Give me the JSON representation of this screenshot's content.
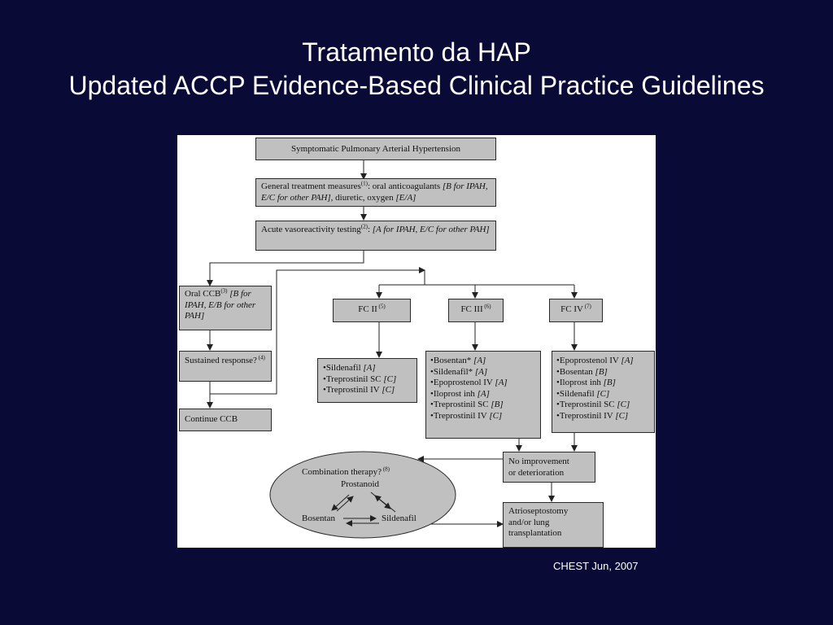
{
  "title": {
    "line1": "Tratamento da HAP",
    "line2": "Updated ACCP Evidence-Based Clinical Practice Guidelines"
  },
  "flowchart": {
    "start": "Symptomatic Pulmonary Arterial Hypertension",
    "general": {
      "prefix": "General treatment measures",
      "sup": "(1)",
      "after": ": oral anticoagulants ",
      "grade1": "[B for IPAH, E/C for other PAH]",
      "mid": ", diuretic, oxygen ",
      "grade2": "[E/A]"
    },
    "acute": {
      "prefix": "Acute vasoreactivity testing",
      "sup": "(2)",
      "after": ": ",
      "grade": "[A for IPAH, E/C for other PAH]"
    },
    "oral_ccb": {
      "prefix": "Oral CCB",
      "sup": "(3)",
      "grade": " [B for IPAH, E/B for other PAH]"
    },
    "sustained": {
      "text": "Sustained response?",
      "sup": " (4)"
    },
    "continue": "Continue CCB",
    "fc2": {
      "label": "FC II",
      "sup": " (5)"
    },
    "fc3": {
      "label": "FC III",
      "sup": " (6)"
    },
    "fc4": {
      "label": "FC IV",
      "sup": " (7)"
    },
    "fc2_drugs": [
      {
        "name": "•Sildenafil ",
        "grade": "[A]"
      },
      {
        "name": "•Treprostinil SC ",
        "grade": "[C]"
      },
      {
        "name": "•Treprostinil IV ",
        "grade": "[C]"
      }
    ],
    "fc3_drugs": [
      {
        "name": "•Bosentan* ",
        "grade": "[A]"
      },
      {
        "name": "•Sildenafil* ",
        "grade": "[A]"
      },
      {
        "name": "•Epoprostenol IV ",
        "grade": "[A]"
      },
      {
        "name": "•Iloprost inh ",
        "grade": "[A]"
      },
      {
        "name": "•Treprostinil SC ",
        "grade": "[B]"
      },
      {
        "name": "•Treprostinil IV ",
        "grade": "[C]"
      }
    ],
    "fc4_drugs": [
      {
        "name": "•Epoprostenol IV ",
        "grade": "[A]"
      },
      {
        "name": "•Bosentan ",
        "grade": "[B]"
      },
      {
        "name": "•Iloprost inh ",
        "grade": "[B]"
      },
      {
        "name": "•Sildenafil ",
        "grade": "[C]"
      },
      {
        "name": "•Treprostinil SC ",
        "grade": "[C]"
      },
      {
        "name": "•Treprostinil IV ",
        "grade": "[C]"
      }
    ],
    "no_improvement": {
      "line1": "No improvement",
      "line2": "or deterioration"
    },
    "combination": {
      "title": "Combination therapy?",
      "sup": " (8)",
      "prostanoid": "Prostanoid",
      "bosentan": "Bosentan",
      "sildenafil": "Sildenafil"
    },
    "atrio": {
      "line1": "Atrioseptostomy",
      "line2": "and/or lung",
      "line3": "transplantation"
    }
  },
  "source": "CHEST  Jun, 2007"
}
